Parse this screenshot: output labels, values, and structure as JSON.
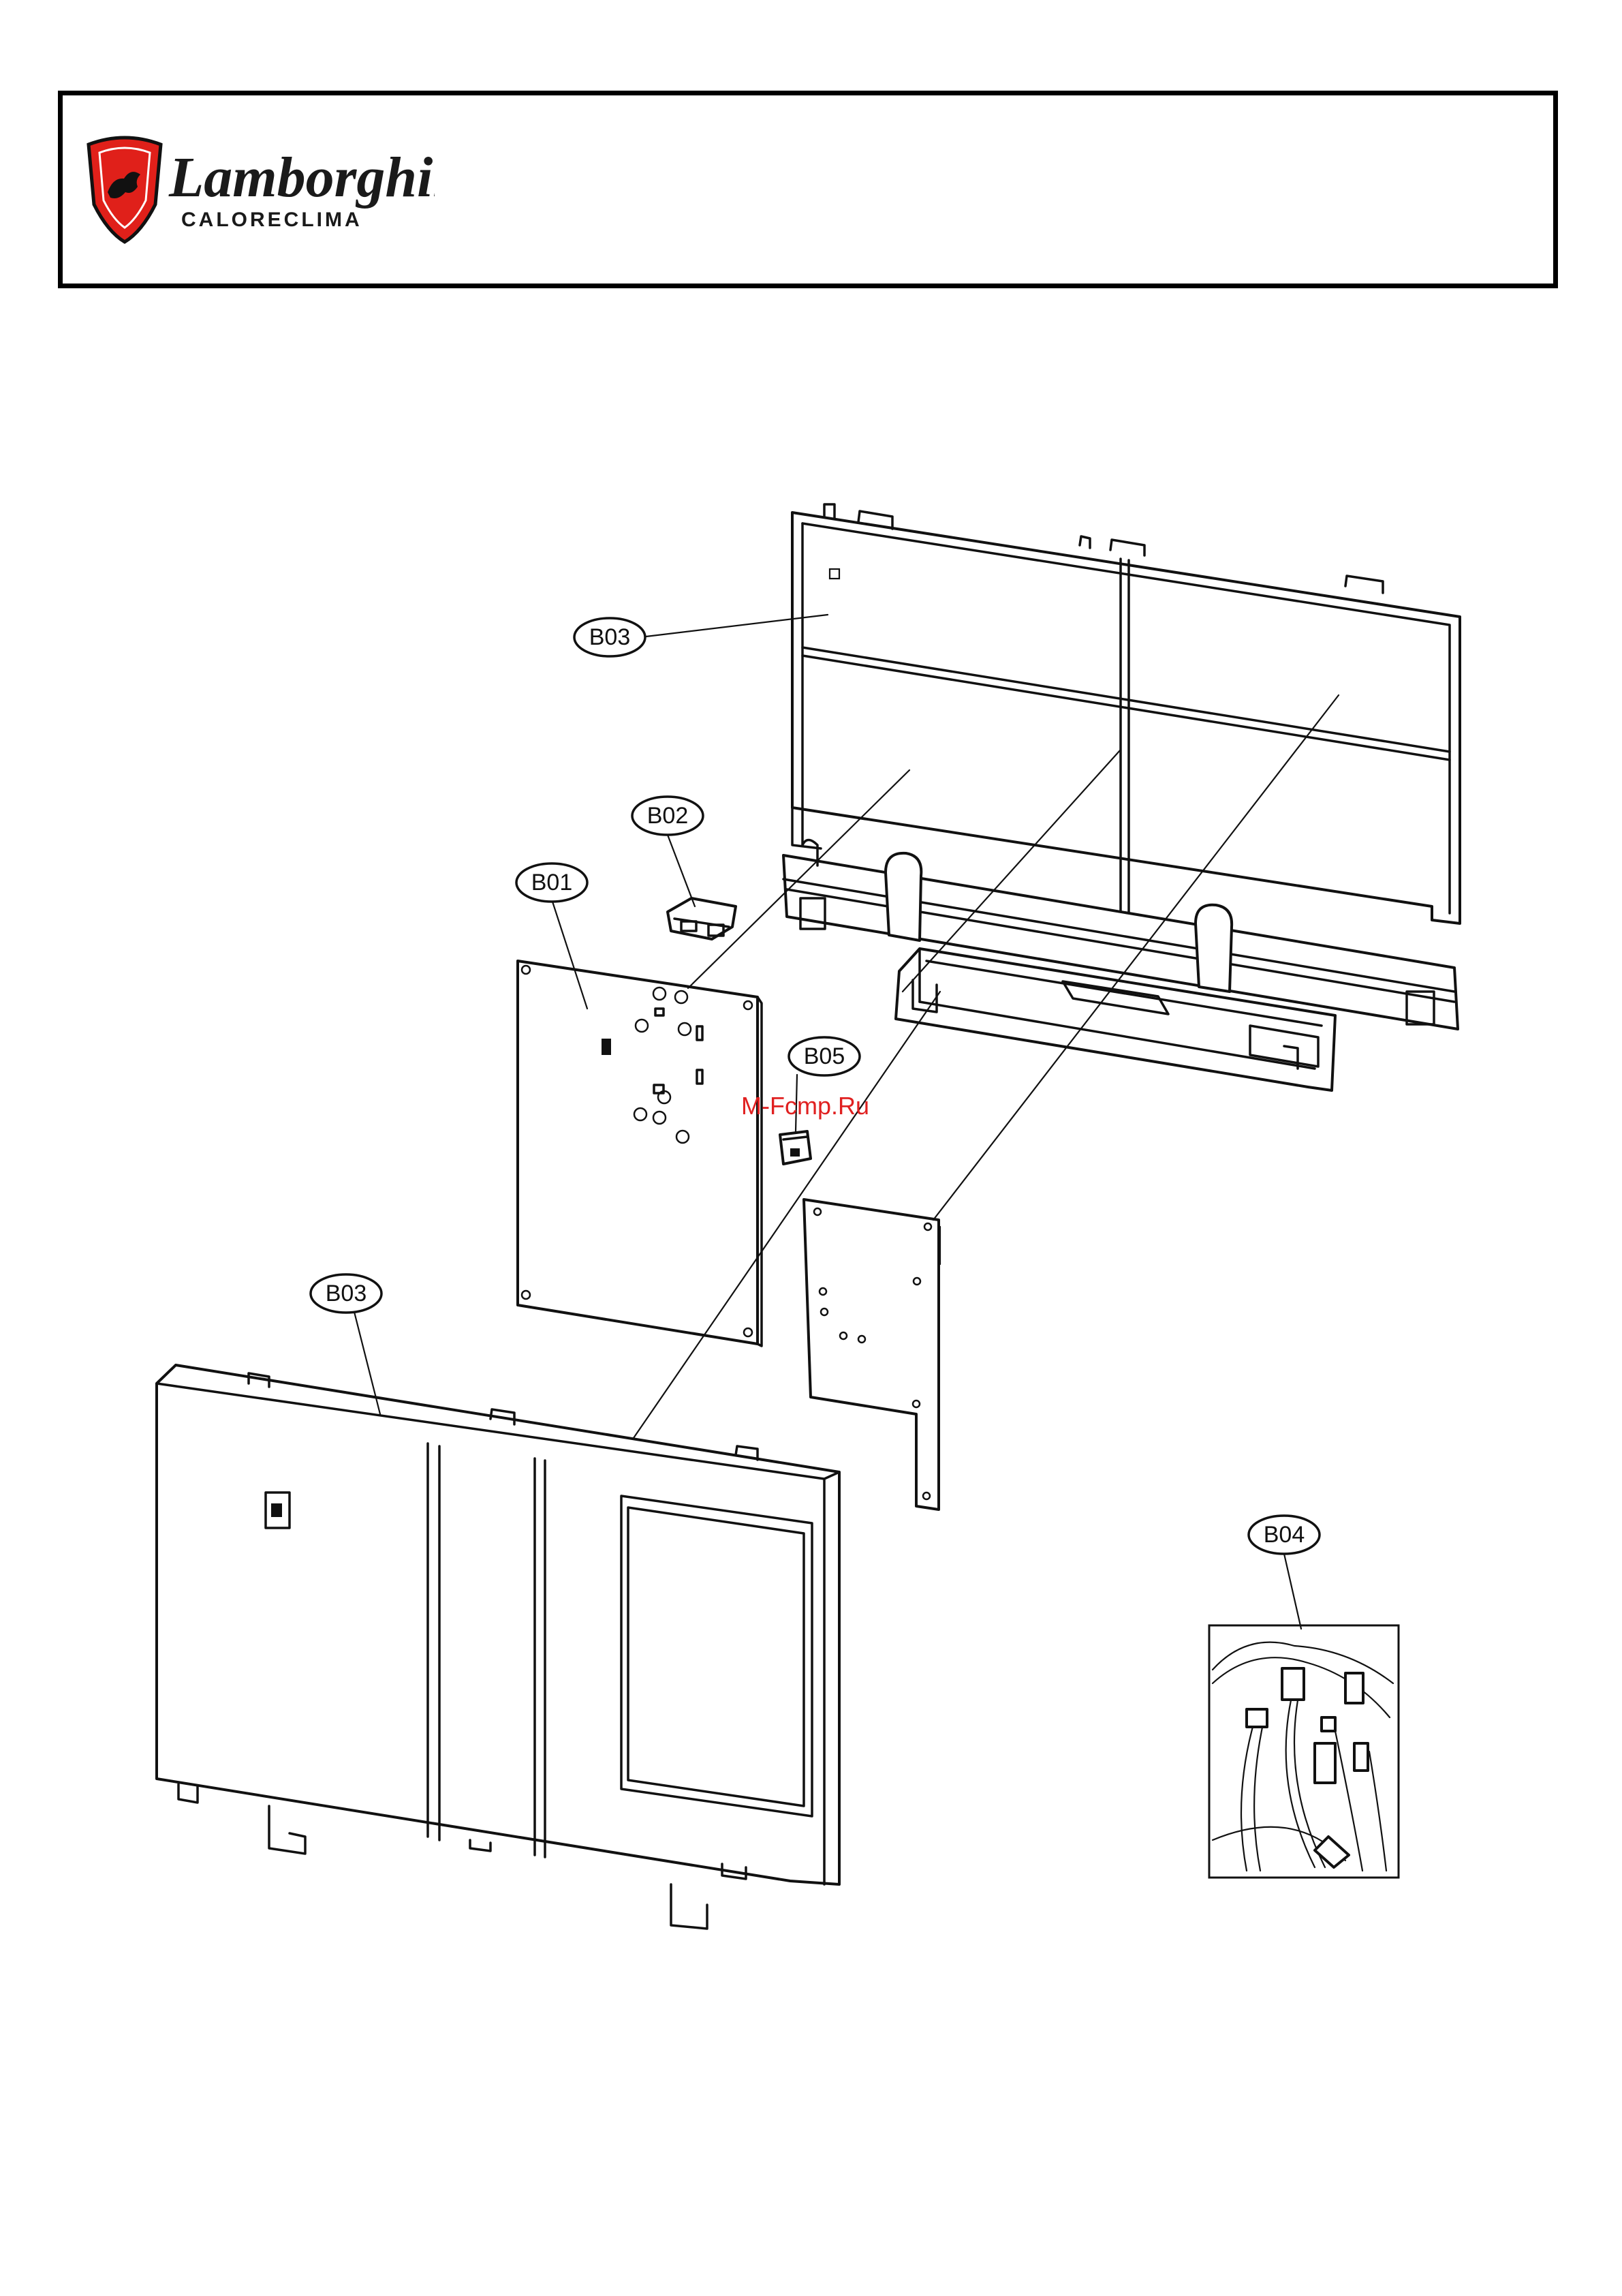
{
  "header": {
    "brand_name": "Lamborghini",
    "brand_sub": "CALORECLIMA"
  },
  "callouts": {
    "b03_top": "B03",
    "b02": "B02",
    "b01": "B01",
    "b05": "B05",
    "b03_bottom": "B03",
    "b04": "B04"
  },
  "watermark": "M-Fcmp.Ru",
  "colors": {
    "brand_red": "#e0201a",
    "line": "#111111"
  }
}
